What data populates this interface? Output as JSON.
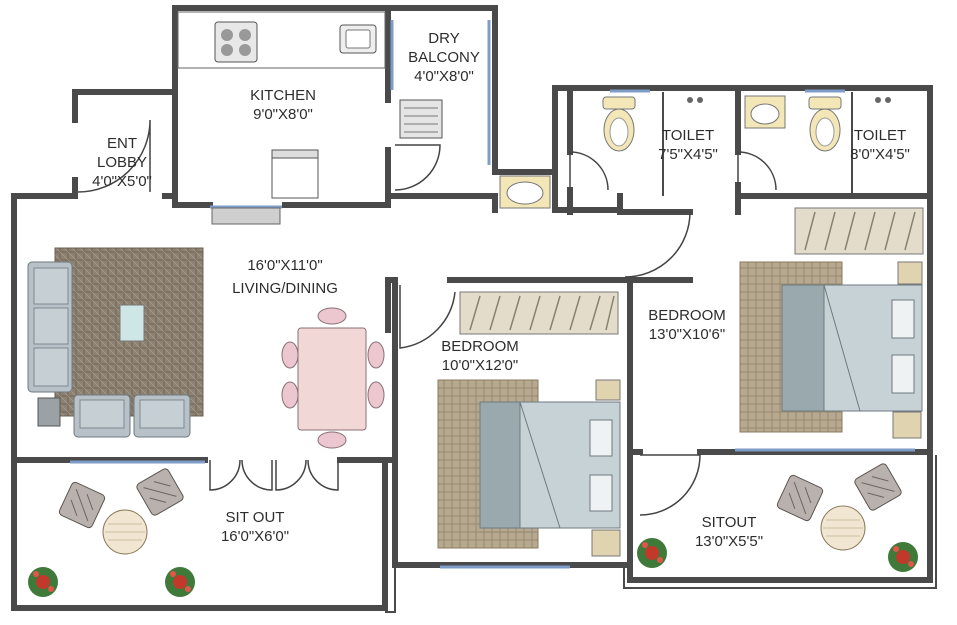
{
  "rooms": {
    "kitchen": {
      "name": "KITCHEN",
      "size": "9'0\"X8'0\""
    },
    "dry_balcony": {
      "name_line1": "DRY",
      "name_line2": "BALCONY",
      "size": "4'0\"X8'0\""
    },
    "toilet_1": {
      "name": "TOILET",
      "size": "7'5\"X4'5\""
    },
    "toilet_2": {
      "name": "TOILET",
      "size": "8'0\"X4'5\""
    },
    "ent_lobby": {
      "name_line1": "ENT",
      "name_line2": "LOBBY",
      "size": "4'0\"X5'0\""
    },
    "living_dining": {
      "name": "LIVING/DINING",
      "size": "16'0\"X11'0\""
    },
    "bedroom_1": {
      "name": "BEDROOM",
      "size": "10'0\"X12'0\""
    },
    "bedroom_2": {
      "name": "BEDROOM",
      "size": "13'0\"X10'6\""
    },
    "sit_out": {
      "name": "SIT OUT",
      "size": "16'0\"X6'0\""
    },
    "sitout": {
      "name": "SITOUT",
      "size": "13'0\"X5'5\""
    }
  },
  "colors": {
    "wall": "#4a4a4a",
    "rug": "#8a7d6c",
    "sofa": "#b7c1c7",
    "dining_table": "#f2d7d7",
    "wardrobe": "#e3dccb",
    "bed_sheet": "#c6d2d6",
    "window": "#7d9cc8",
    "plant_flower": "#c0392b",
    "plant_leaf": "#3f7a3a"
  }
}
